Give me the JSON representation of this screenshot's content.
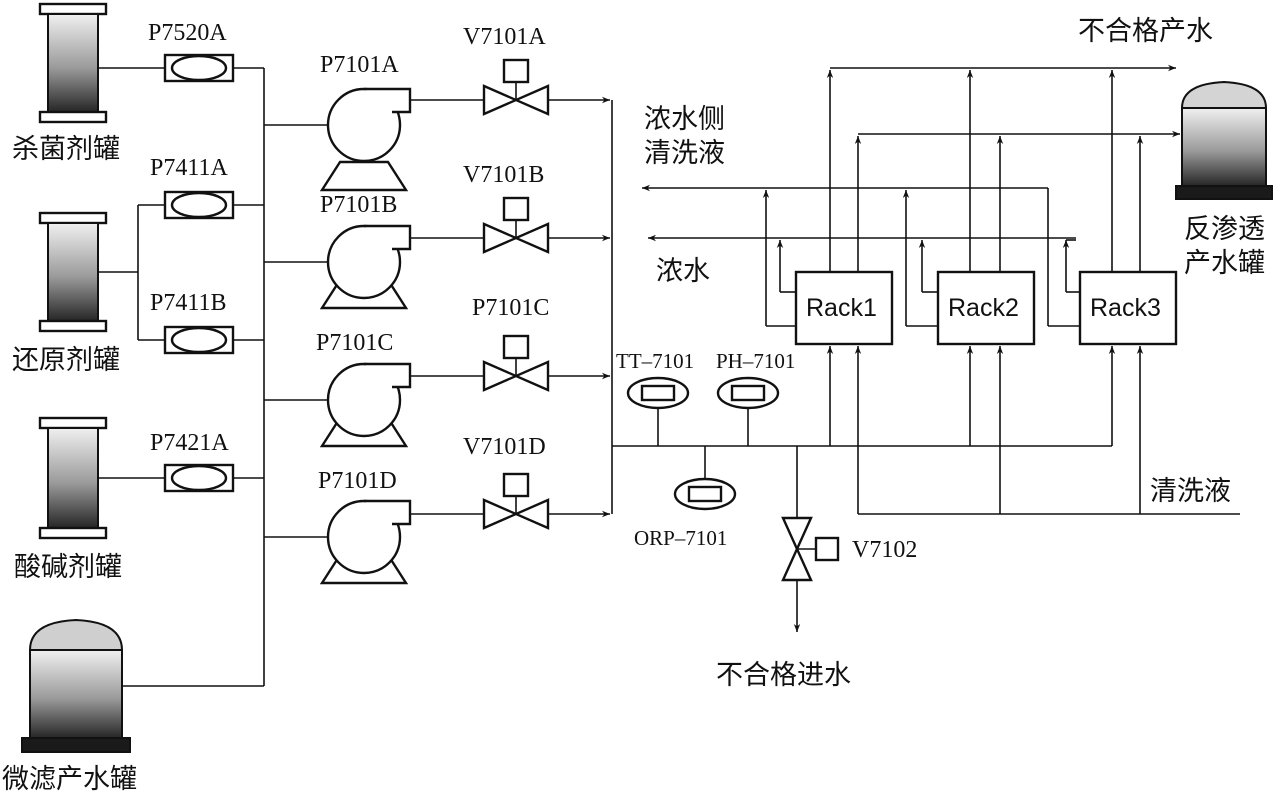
{
  "tanks": {
    "biocide": "杀菌剂罐",
    "reducer": "还原剂罐",
    "acid_base": "酸碱剂罐",
    "mf_product": "微滤产水罐",
    "ro_product_l1": "反渗透",
    "ro_product_l2": "产水罐"
  },
  "dosing_pumps": {
    "p7520a": "P7520A",
    "p7411a": "P7411A",
    "p7411b": "P7411B",
    "p7421a": "P7421A"
  },
  "pumps": {
    "p7101a": "P7101A",
    "p7101b": "P7101B",
    "p7101c": "P7101C",
    "p7101d": "P7101D"
  },
  "valves": {
    "v7101a": "V7101A",
    "v7101b": "V7101B",
    "v7101c": "P7101C",
    "v7101d": "V7101D",
    "v7102": "V7102"
  },
  "instruments": {
    "tt": "TT–7101",
    "ph": "PH–7101",
    "orp": "ORP–7101"
  },
  "racks": {
    "rack1": "Rack1",
    "rack2": "Rack2",
    "rack3": "Rack3"
  },
  "streams": {
    "off_spec_product": "不合格产水",
    "conc_clean_l1": "浓水侧",
    "conc_clean_l2": "清洗液",
    "concentrate": "浓水",
    "cleaning_solution": "清洗液",
    "off_spec_feed": "不合格进水"
  },
  "colors": {
    "line": "#111111",
    "tank_dark": "#2b2b2b",
    "tank_light": "#e6e6e6"
  }
}
